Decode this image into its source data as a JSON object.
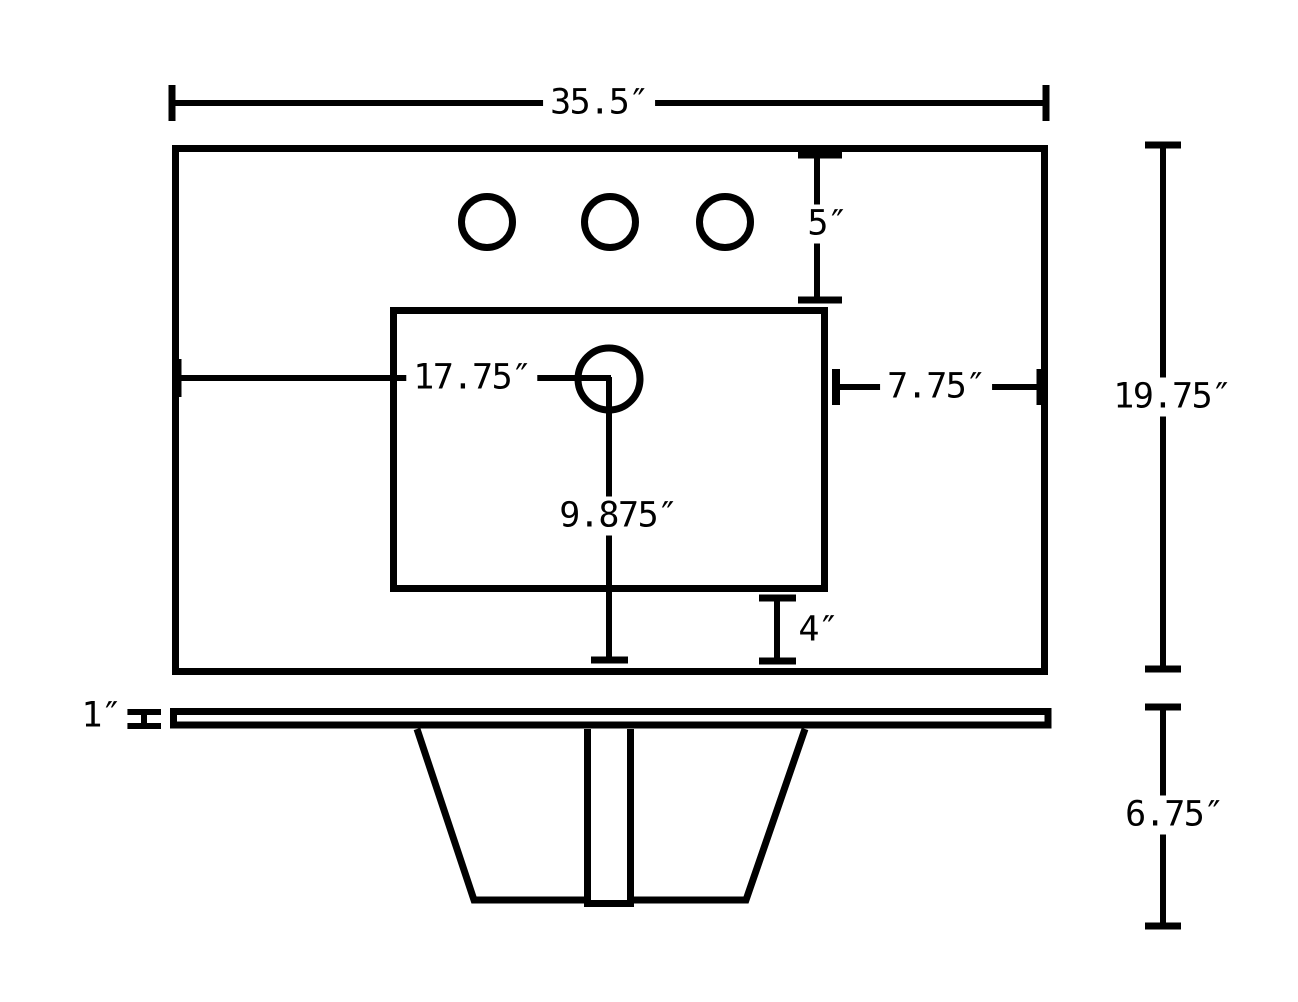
{
  "drawing": {
    "kind": "sink-vanity-top-dimension-drawing",
    "colors": {
      "line": "#000000",
      "background": "#ffffff"
    }
  },
  "dimensions": {
    "top_width": {
      "label": "35.5″",
      "value": 35.5,
      "unit": "in"
    },
    "hole_offset": {
      "label": "5″",
      "value": 5,
      "unit": "in"
    },
    "drain_from_left": {
      "label": "17.75″",
      "value": 17.75,
      "unit": "in"
    },
    "basin_to_right": {
      "label": "7.75″",
      "value": 7.75,
      "unit": "in"
    },
    "drain_to_front": {
      "label": "9.875″",
      "value": 9.875,
      "unit": "in"
    },
    "basin_to_front": {
      "label": "4″",
      "value": 4,
      "unit": "in"
    },
    "overall_depth": {
      "label": "19.75″",
      "value": 19.75,
      "unit": "in"
    },
    "slab_thickness": {
      "label": "1″",
      "value": 1,
      "unit": "in"
    },
    "bowl_depth": {
      "label": "6.75″",
      "value": 6.75,
      "unit": "in"
    }
  }
}
